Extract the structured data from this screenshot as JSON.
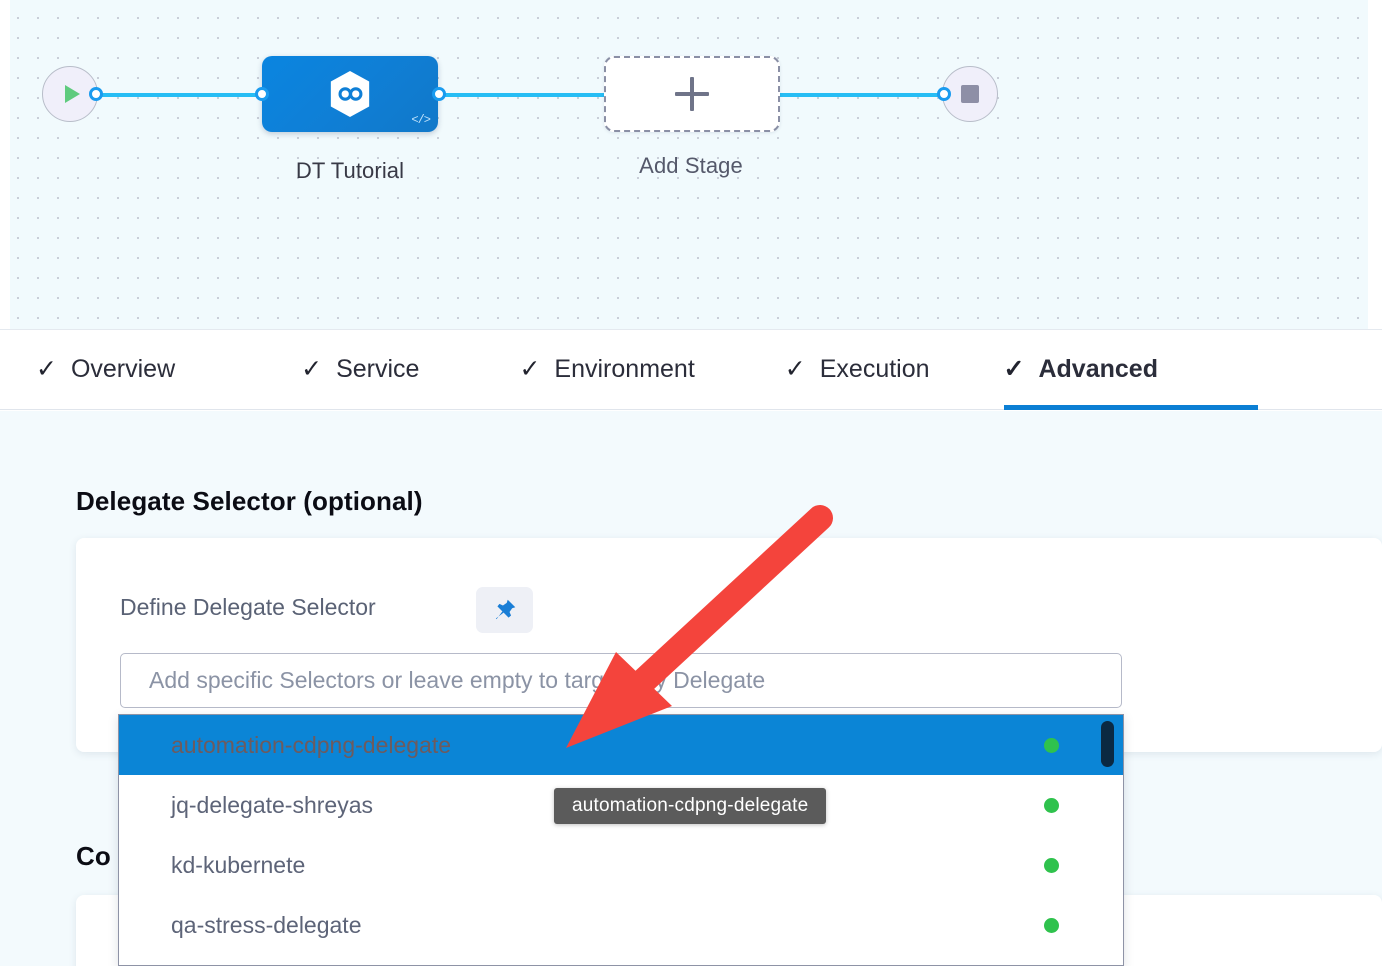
{
  "pipeline": {
    "start_node": {
      "icon": "play-icon",
      "label": ""
    },
    "stage": {
      "label": "DT Tutorial",
      "icon": "harness-cd-hexagon-icon",
      "code_badge": "</>"
    },
    "add_stage": {
      "label": "Add Stage",
      "icon": "plus-icon"
    },
    "end_node": {
      "icon": "stop-icon",
      "label": ""
    }
  },
  "tabs": [
    {
      "key": "overview",
      "label": "Overview",
      "check": "✓",
      "active": false
    },
    {
      "key": "service",
      "label": "Service",
      "check": "✓",
      "active": false
    },
    {
      "key": "environment",
      "label": "Environment",
      "check": "✓",
      "active": false
    },
    {
      "key": "execution",
      "label": "Execution",
      "check": "✓",
      "active": false
    },
    {
      "key": "advanced",
      "label": "Advanced",
      "check": "✓",
      "active": true
    }
  ],
  "sections": {
    "delegate_selector_title": "Delegate Selector (optional)",
    "conditional_title": "Co"
  },
  "delegate_selector": {
    "field_label": "Define Delegate Selector",
    "pin_button": "pin-icon",
    "input_placeholder": "Add specific Selectors or leave empty to target any Delegate",
    "input_value": "",
    "options": [
      {
        "label": "automation-cdpng-delegate",
        "status": "connected",
        "selected": true
      },
      {
        "label": "jq-delegate-shreyas",
        "status": "connected",
        "selected": false
      },
      {
        "label": "kd-kubernete",
        "status": "connected",
        "selected": false
      },
      {
        "label": "qa-stress-delegate",
        "status": "connected",
        "selected": false
      }
    ]
  },
  "tooltip": {
    "text": "automation-cdpng-delegate"
  },
  "annotation": {
    "type": "arrow",
    "color": "#f4443c",
    "points_to": "automation-cdpng-delegate"
  },
  "colors": {
    "primary_blue": "#0b85d6",
    "connector_blue": "#27bdf4",
    "status_green": "#2fc24d",
    "annotation_red": "#f4443c",
    "canvas_bg": "#f1fafd",
    "content_bg": "#f3fafd"
  }
}
